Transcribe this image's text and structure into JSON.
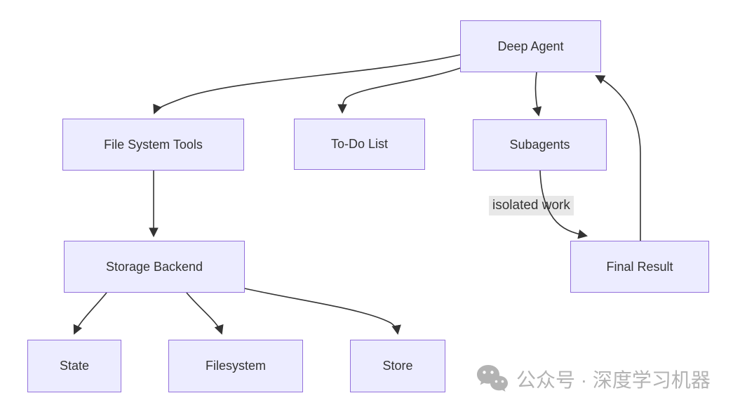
{
  "diagram": {
    "type": "flowchart",
    "direction": "top-down",
    "nodes": [
      {
        "id": "deep_agent",
        "label": "Deep Agent"
      },
      {
        "id": "file_system_tools",
        "label": "File System Tools"
      },
      {
        "id": "todo_list",
        "label": "To-Do List"
      },
      {
        "id": "subagents",
        "label": "Subagents"
      },
      {
        "id": "storage_backend",
        "label": "Storage Backend"
      },
      {
        "id": "final_result",
        "label": "Final Result"
      },
      {
        "id": "state",
        "label": "State"
      },
      {
        "id": "filesystem",
        "label": "Filesystem"
      },
      {
        "id": "store",
        "label": "Store"
      }
    ],
    "edges": [
      {
        "from": "deep_agent",
        "to": "file_system_tools",
        "label": ""
      },
      {
        "from": "deep_agent",
        "to": "todo_list",
        "label": ""
      },
      {
        "from": "deep_agent",
        "to": "subagents",
        "label": ""
      },
      {
        "from": "subagents",
        "to": "final_result",
        "label": "isolated work"
      },
      {
        "from": "final_result",
        "to": "deep_agent",
        "label": ""
      },
      {
        "from": "file_system_tools",
        "to": "storage_backend",
        "label": ""
      },
      {
        "from": "storage_backend",
        "to": "state",
        "label": ""
      },
      {
        "from": "storage_backend",
        "to": "filesystem",
        "label": ""
      },
      {
        "from": "storage_backend",
        "to": "store",
        "label": ""
      }
    ]
  },
  "watermark": {
    "icon": "wechat-icon",
    "text": "公众号 · 深度学习机器"
  },
  "colors": {
    "node_fill": "#ECECFF",
    "node_border": "#9370DB",
    "node_text": "#333333",
    "edge": "#333333",
    "edge_label_bg": "#e8e8e8",
    "watermark": "#b3b3b3",
    "background": "#ffffff"
  }
}
